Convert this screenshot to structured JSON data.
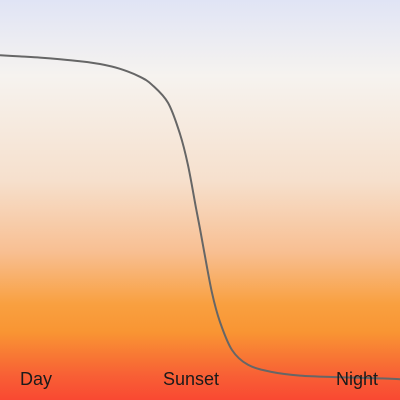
{
  "chart_data": {
    "type": "line",
    "title": "",
    "xlabel": "",
    "ylabel": "",
    "categories": [
      "Day",
      "Sunset",
      "Night"
    ],
    "x": [
      0.0,
      0.05,
      0.1,
      0.15,
      0.2,
      0.25,
      0.3,
      0.35,
      0.38,
      0.42,
      0.45,
      0.47,
      0.49,
      0.5,
      0.51,
      0.53,
      0.55,
      0.58,
      0.62,
      0.68,
      0.75,
      0.85,
      0.95,
      1.0
    ],
    "y": [
      0.862,
      0.859,
      0.856,
      0.852,
      0.847,
      0.84,
      0.828,
      0.808,
      0.788,
      0.743,
      0.665,
      0.587,
      0.48,
      0.428,
      0.373,
      0.268,
      0.195,
      0.125,
      0.088,
      0.07,
      0.061,
      0.057,
      0.054,
      0.052
    ],
    "xlim": [
      0,
      1
    ],
    "ylim": [
      0,
      1
    ],
    "grid": false,
    "line_color": "#666666",
    "background_gradient": [
      "#e0e4f5",
      "#f6f3ef",
      "#f6e0cd",
      "#f8bf92",
      "#f9a040",
      "#f99533",
      "#f85f35",
      "#f94932"
    ]
  }
}
